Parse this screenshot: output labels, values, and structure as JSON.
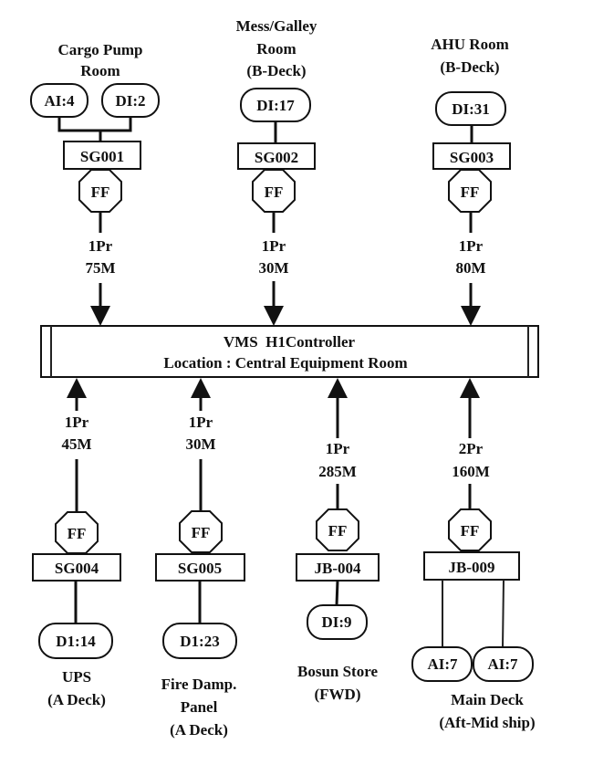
{
  "controller": {
    "title": "VMS  H1Controller",
    "location": "Location : Central Equipment Room"
  },
  "top_nodes": [
    {
      "location_lines": [
        "Cargo Pump",
        "Room"
      ],
      "signals": [
        "AI:4",
        "DI:2"
      ],
      "device": "SG001",
      "filter": "FF",
      "cable_pairs": "1Pr",
      "cable_length": "75M",
      "direction": "to-controller"
    },
    {
      "location_lines": [
        "Mess/Galley",
        "Room",
        "(B-Deck)"
      ],
      "signals": [
        "DI:17"
      ],
      "device": "SG002",
      "filter": "FF",
      "cable_pairs": "1Pr",
      "cable_length": "30M",
      "direction": "to-controller"
    },
    {
      "location_lines": [
        "AHU Room",
        "(B-Deck)"
      ],
      "signals": [
        "DI:31"
      ],
      "device": "SG003",
      "filter": "FF",
      "cable_pairs": "1Pr",
      "cable_length": "80M",
      "direction": "to-controller"
    }
  ],
  "bottom_nodes": [
    {
      "location_lines": [
        "UPS",
        "(A Deck)"
      ],
      "signals": [
        "D1:14"
      ],
      "device": "SG004",
      "filter": "FF",
      "cable_pairs": "1Pr",
      "cable_length": "45M",
      "direction": "to-controller"
    },
    {
      "location_lines": [
        "Fire Damp.",
        "Panel",
        "(A Deck)"
      ],
      "signals": [
        "D1:23"
      ],
      "device": "SG005",
      "filter": "FF",
      "cable_pairs": "1Pr",
      "cable_length": "30M",
      "direction": "to-controller"
    },
    {
      "location_lines": [
        "Bosun Store",
        "(FWD)"
      ],
      "signals": [
        "DI:9"
      ],
      "device": "JB-004",
      "filter": "FF",
      "cable_pairs": "1Pr",
      "cable_length": "285M",
      "direction": "to-controller"
    },
    {
      "location_lines": [
        "Main Deck",
        "(Aft-Mid ship)"
      ],
      "signals": [
        "AI:7",
        "AI:7"
      ],
      "device": "JB-009",
      "filter": "FF",
      "cable_pairs": "2Pr",
      "cable_length": "160M",
      "direction": "to-controller"
    }
  ]
}
